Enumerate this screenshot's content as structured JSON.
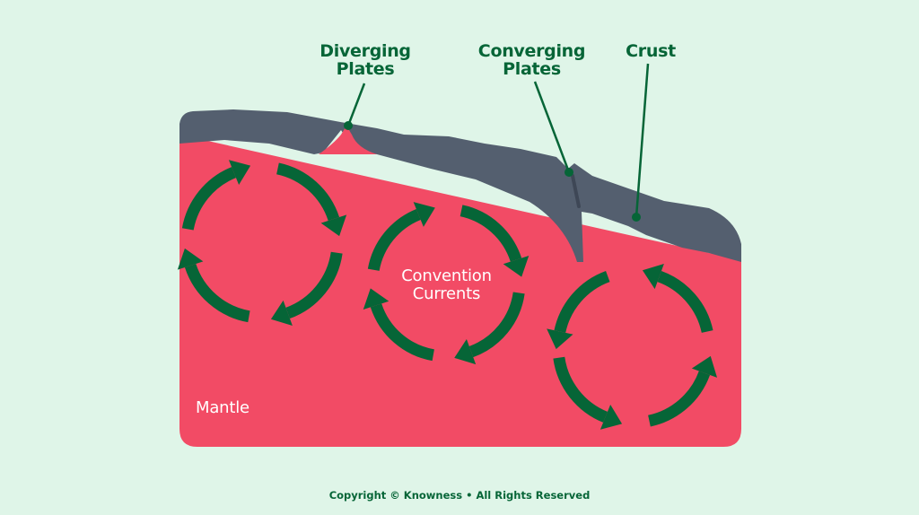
{
  "labels": {
    "diverging": "Diverging\nPlates",
    "diverging_line1": "Diverging",
    "diverging_line2": "Plates",
    "converging_line1": "Converging",
    "converging_line2": "Plates",
    "crust": "Crust",
    "convention_line1": "Convention",
    "convention_line2": "Currents",
    "mantle": "Mantle"
  },
  "footer": {
    "copyright": "Copyright © Knowness • All Rights Reserved"
  },
  "colors": {
    "background": "#dff5e8",
    "mantle": "#f24b65",
    "crust": "#545f6f",
    "arrows": "#066537",
    "text_dark": "#066537",
    "text_light": "#ffffff"
  },
  "icons": {
    "current_cycle": "circular-arrows-icon",
    "pointer": "callout-dot-icon"
  }
}
